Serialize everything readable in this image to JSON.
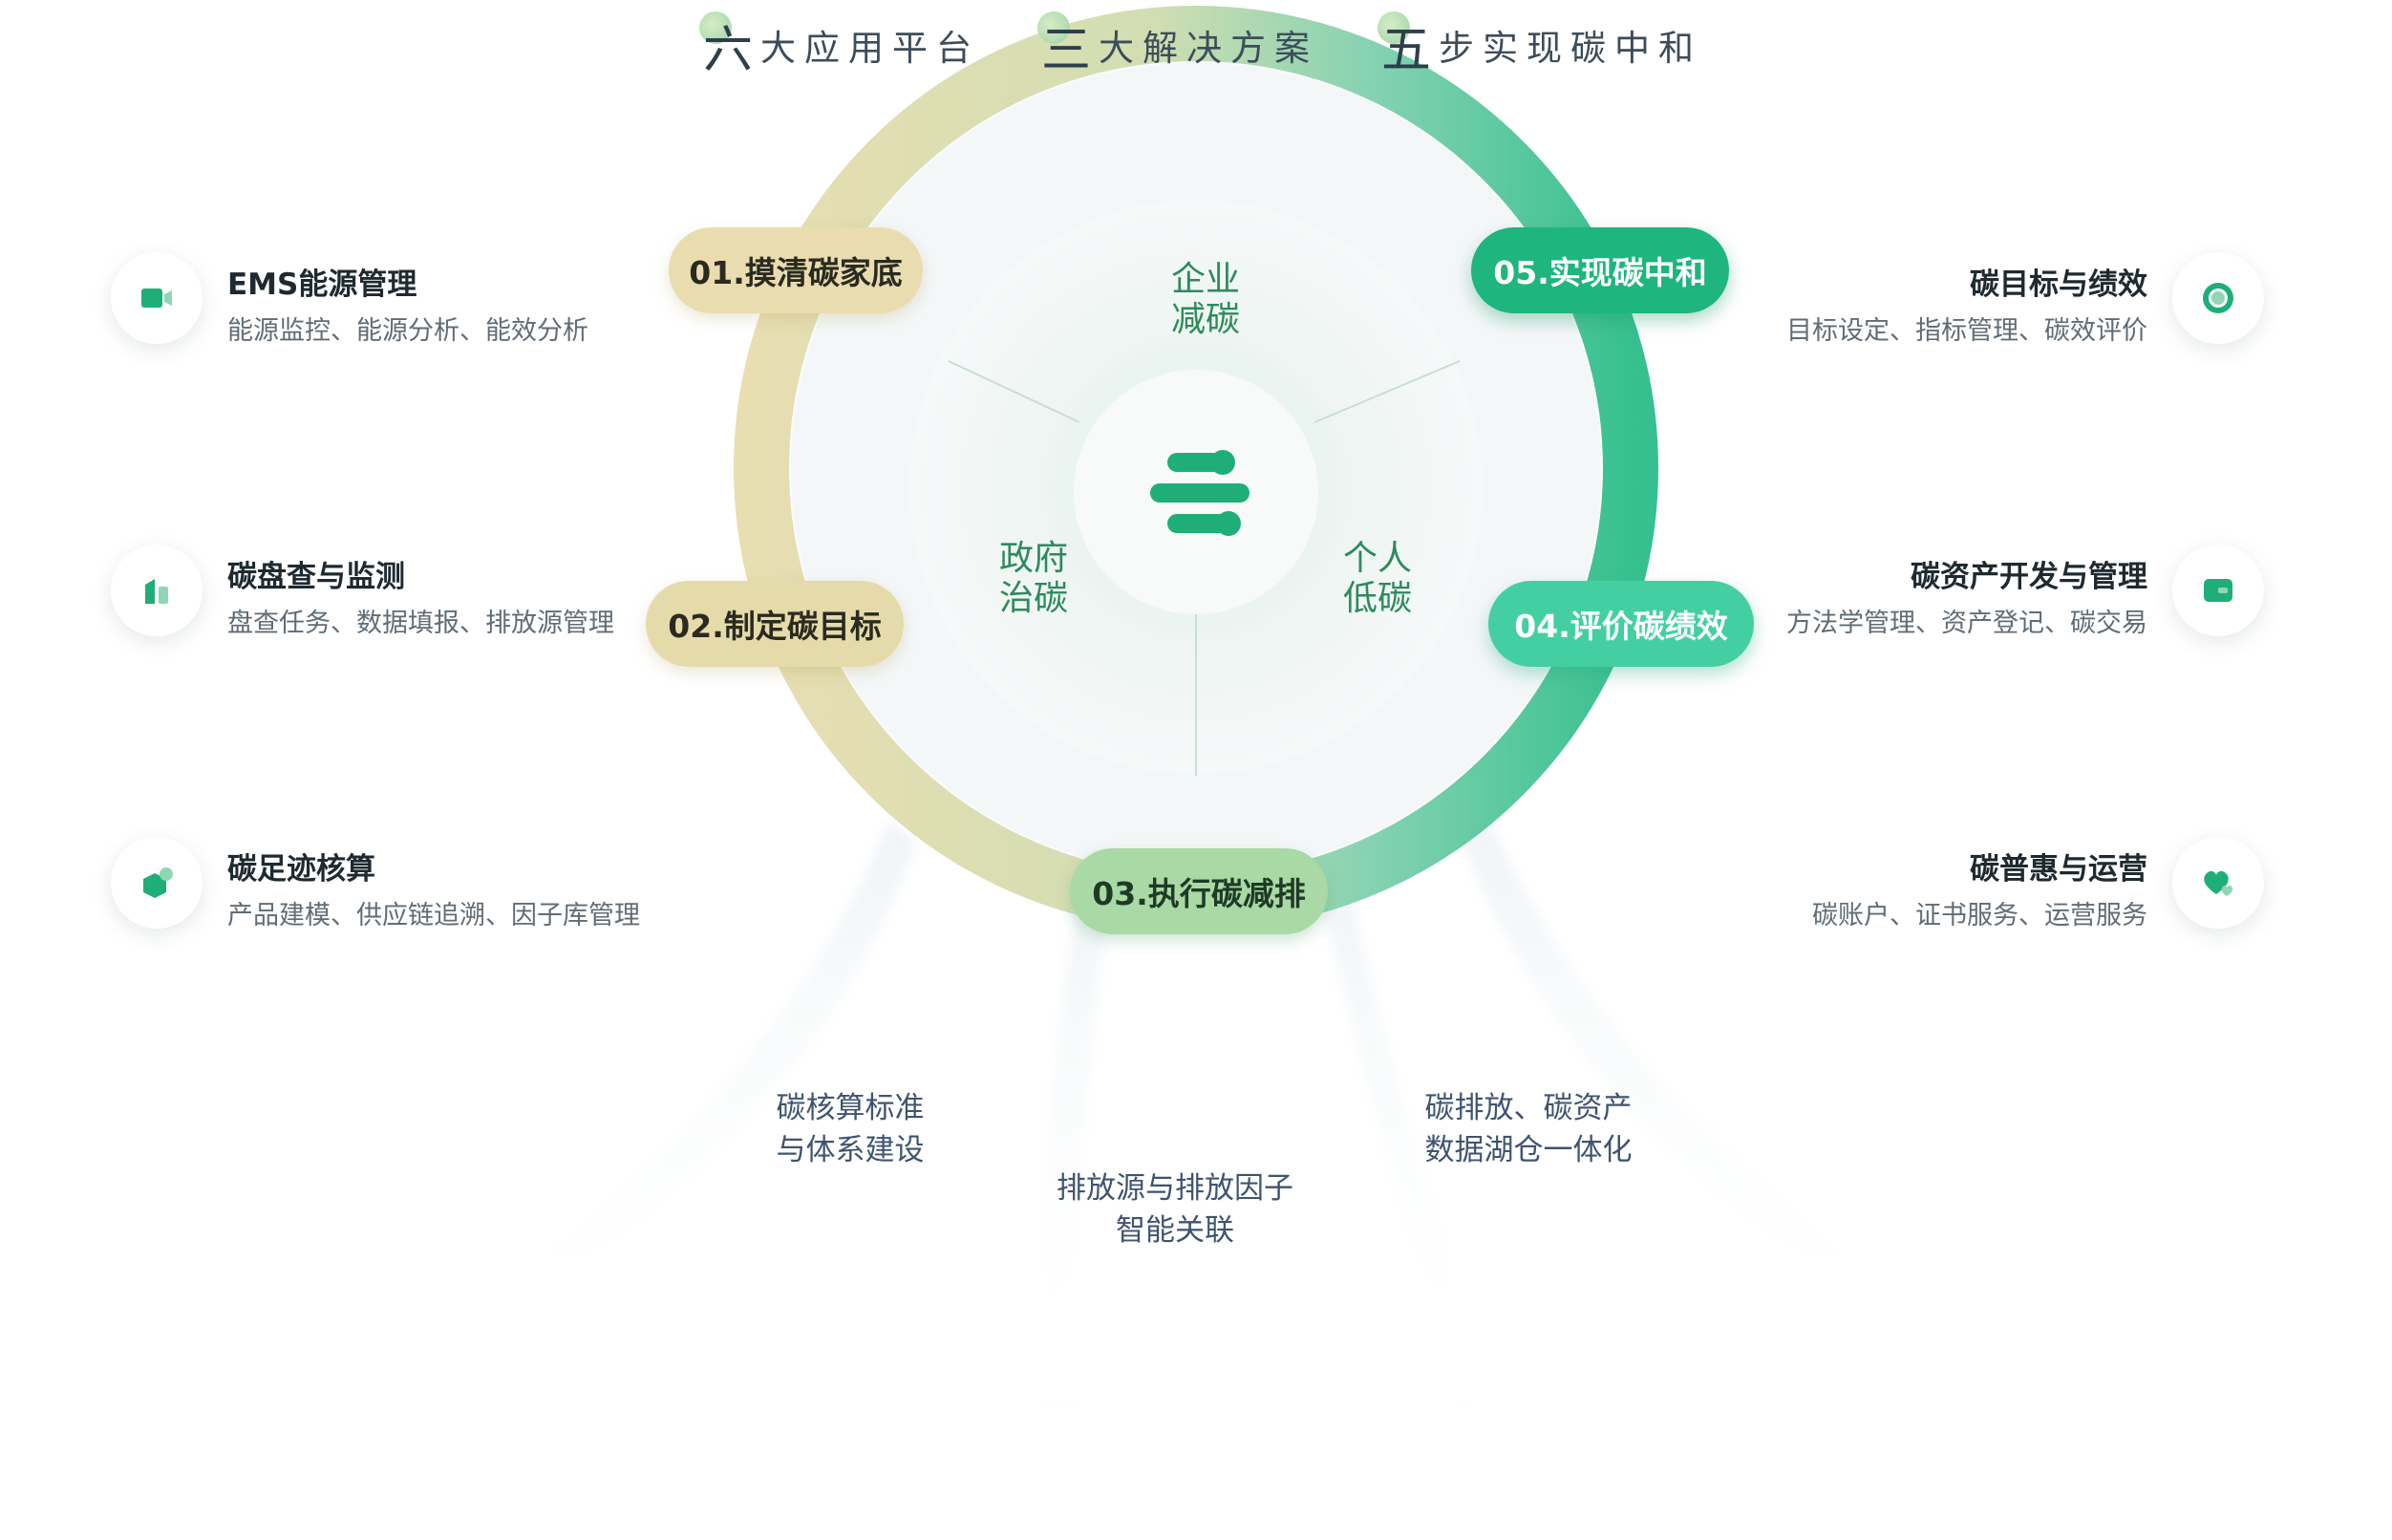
{
  "header": {
    "items": [
      {
        "big": "六",
        "rest": "大应用平台"
      },
      {
        "big": "三",
        "rest": "大解决方案"
      },
      {
        "big": "五",
        "rest": "步实现碳中和"
      }
    ]
  },
  "center": {
    "logo_icon": "carbon-logo-icon",
    "segments": {
      "enterprise": [
        "企业",
        "减碳"
      ],
      "government": [
        "政府",
        "治碳"
      ],
      "personal": [
        "个人",
        "低碳"
      ]
    }
  },
  "steps": [
    {
      "label": "01.摸清碳家底",
      "color": "#e9ddb0"
    },
    {
      "label": "02.制定碳目标",
      "color": "#e5dbaa"
    },
    {
      "label": "03.执行碳减排",
      "color": "#a9d9a4"
    },
    {
      "label": "04.评价碳绩效",
      "color": "#44cfa2"
    },
    {
      "label": "05.实现碳中和",
      "color": "#1eb57f"
    }
  ],
  "platforms_left": [
    {
      "title": "EMS能源管理",
      "desc": "能源监控、能源分析、能效分析",
      "icon": "video-camera-icon"
    },
    {
      "title": "碳盘查与监测",
      "desc": "盘查任务、数据填报、排放源管理",
      "icon": "bar-chart-icon"
    },
    {
      "title": "碳足迹核算",
      "desc": "产品建模、供应链追溯、因子库管理",
      "icon": "hexagon-icon"
    }
  ],
  "platforms_right": [
    {
      "title": "碳目标与绩效",
      "desc": "目标设定、指标管理、碳效评价",
      "icon": "target-icon"
    },
    {
      "title": "碳资产开发与管理",
      "desc": "方法学管理、资产登记、碳交易",
      "icon": "wallet-icon"
    },
    {
      "title": "碳普惠与运营",
      "desc": "碳账户、证书服务、运营服务",
      "icon": "hearts-icon"
    }
  ],
  "foundations": [
    [
      "碳核算标准",
      "与体系建设"
    ],
    [
      "排放源与排放因子",
      "智能关联"
    ],
    [
      "碳排放、碳资产",
      "数据湖仓一体化"
    ]
  ],
  "colors": {
    "ring_start": "#e6dcae",
    "ring_end": "#2cbd8a",
    "accent": "#1eb57f",
    "segment_text": "#2d8a5c"
  }
}
